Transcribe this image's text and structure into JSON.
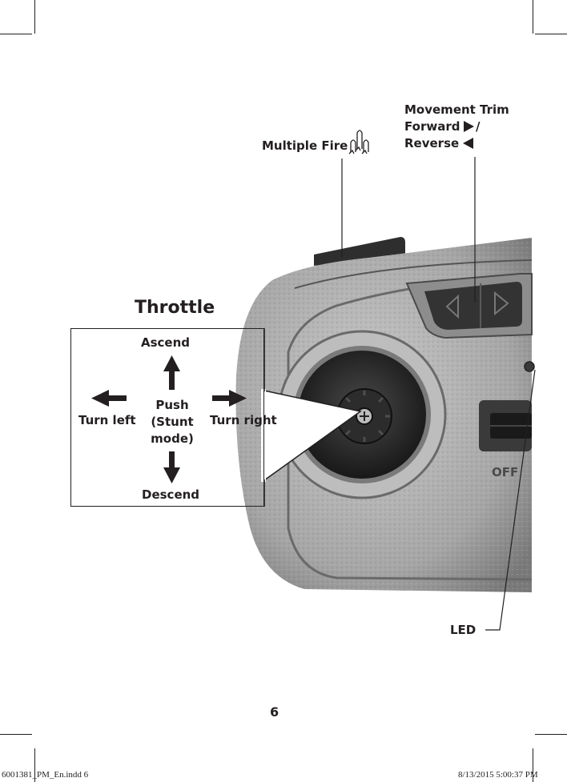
{
  "labels": {
    "movement_trim_line1": "Movement Trim",
    "movement_trim_line2": "Forward",
    "movement_trim_line3": "Reverse",
    "multiple_fire": "Multiple Fire",
    "throttle": "Throttle",
    "ascend": "Ascend",
    "descend": "Descend",
    "turn_left": "Turn left",
    "turn_right": "Turn right",
    "push_line1": "Push",
    "push_line2": "(Stunt",
    "push_line3": "mode)",
    "led": "LED",
    "off": "OFF",
    "slash": "/"
  },
  "page_number": "6",
  "footer": {
    "file": "6001381_PM_En.indd   6",
    "timestamp": "8/13/2015   5:00:37 PM"
  },
  "icons": [
    "missile-icon",
    "right-triangle-icon",
    "left-triangle-icon",
    "arrow-up-icon",
    "arrow-down-icon",
    "arrow-left-icon",
    "arrow-right-icon"
  ],
  "colors": {
    "ink": "#231f20",
    "body": "#a9a9a9",
    "body_dark": "#6e6e6e",
    "joystick": "#2a2a2a"
  }
}
